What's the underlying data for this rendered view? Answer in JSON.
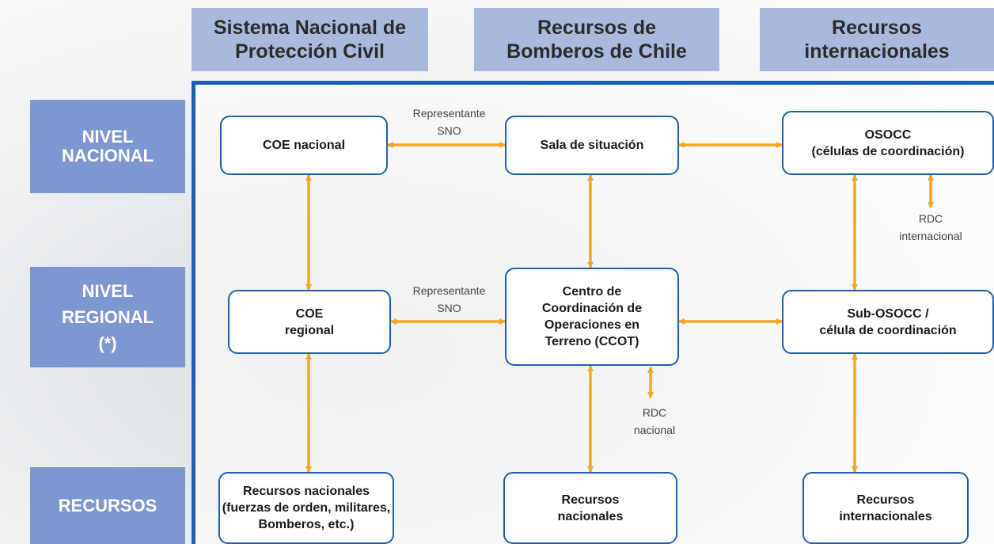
{
  "columns": {
    "snpc": [
      "Sistema Nacional de",
      "Protección Civil"
    ],
    "bomberos": [
      "Recursos de",
      "Bomberos de Chile"
    ],
    "internacionales": [
      "Recursos",
      "internacionales"
    ]
  },
  "rows": {
    "nacional": [
      "NIVEL",
      "NACIONAL"
    ],
    "regional": [
      "NIVEL",
      "REGIONAL",
      "(*)"
    ],
    "recursos": [
      "RECURSOS"
    ]
  },
  "nodes": {
    "coe_nacional": [
      "COE nacional"
    ],
    "sala_situacion": [
      "Sala de situación"
    ],
    "osocc": [
      "OSOCC",
      "(células de coordinación)"
    ],
    "coe_regional": [
      "COE",
      "regional"
    ],
    "ccot": [
      "Centro de",
      "Coordinación de",
      "Operaciones en",
      "Terreno (CCOT)"
    ],
    "sub_osocc": [
      "Sub-OSOCC /",
      "célula de coordinación"
    ],
    "recursos_nacionales_snpc": [
      "Recursos nacionales",
      "(fuerzas de orden, militares,",
      "Bomberos, etc.)"
    ],
    "recursos_nacionales_bomberos": [
      "Recursos",
      "nacionales"
    ],
    "recursos_internacionales": [
      "Recursos",
      "internacionales"
    ]
  },
  "labels": {
    "rep_sno_nacional": [
      "Representante",
      "SNO"
    ],
    "rep_sno_regional": [
      "Representante",
      "SNO"
    ],
    "rdc_internacional": [
      "RDC",
      "internacional"
    ],
    "rdc_nacional": [
      "RDC",
      "nacional"
    ]
  },
  "colors": {
    "header_fill": "#a9b9dd",
    "row_header_fill": "#7d97d1",
    "frame_blue": "#1d5fa8",
    "box_border": "#1f5fa6",
    "arrow_orange": "#f5a623"
  }
}
